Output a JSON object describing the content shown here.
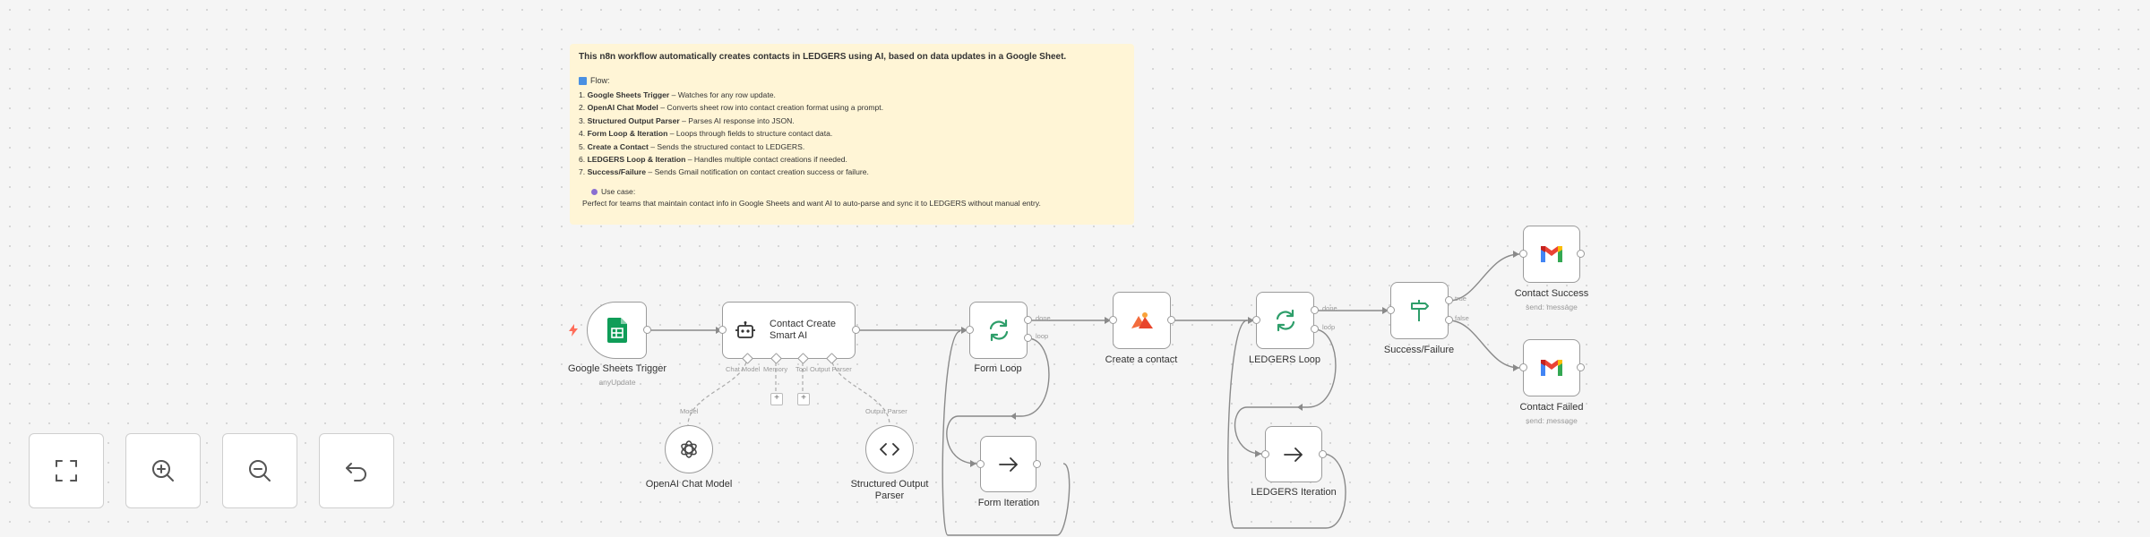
{
  "sticky_note": {
    "title": "This n8n workflow automatically creates contacts in LEDGERS using AI, based on data updates in a Google Sheet.",
    "flow_label": "Flow:",
    "steps": [
      {
        "num": "1.",
        "name": "Google Sheets Trigger",
        "desc": " – Watches for any row update."
      },
      {
        "num": "2.",
        "name": "OpenAI Chat Model",
        "desc": " – Converts sheet row into contact creation format using a prompt."
      },
      {
        "num": "3.",
        "name": "Structured Output Parser",
        "desc": " – Parses AI response into JSON."
      },
      {
        "num": "4.",
        "name": "Form Loop & Iteration",
        "desc": " – Loops through fields to structure contact data."
      },
      {
        "num": "5.",
        "name": "Create a Contact",
        "desc": " – Sends the structured contact to LEDGERS."
      },
      {
        "num": "6.",
        "name": "LEDGERS Loop & Iteration",
        "desc": " – Handles multiple contact creations if needed."
      },
      {
        "num": "7.",
        "name": "Success/Failure",
        "desc": " – Sends Gmail notification on contact creation success or failure."
      }
    ],
    "use_case_label": "Use case:",
    "use_case_text": "Perfect for teams that maintain contact info in Google Sheets and want AI to auto-parse and sync it to LEDGERS without manual entry."
  },
  "nodes": {
    "google_sheets_trigger": {
      "label": "Google Sheets Trigger",
      "sub": "anyUpdate",
      "icon": "google-sheets-icon"
    },
    "contact_create_ai": {
      "label_line1": "Contact Create",
      "label_line2": "Smart AI",
      "icon": "robot-icon",
      "ports": {
        "chat_model": "Chat Model",
        "memory": "Memory",
        "tool": "Tool",
        "output_parser": "Output Parser"
      }
    },
    "openai_chat_model": {
      "label": "OpenAI Chat Model",
      "port_label": "Model",
      "icon": "openai-icon"
    },
    "structured_output_parser": {
      "label_line1": "Structured Output",
      "label_line2": "Parser",
      "port_label": "Output Parser",
      "icon": "code-brackets-icon"
    },
    "form_loop": {
      "label": "Form Loop",
      "icon": "loop-arrows-icon",
      "out_done": "done",
      "out_loop": "loop"
    },
    "form_iteration": {
      "label": "Form Iteration",
      "icon": "arrow-right-icon"
    },
    "create_contact": {
      "label": "Create a contact",
      "icon": "ledgers-icon"
    },
    "ledgers_loop": {
      "label": "LEDGERS Loop",
      "icon": "loop-arrows-icon",
      "out_done": "done",
      "out_loop": "loop"
    },
    "ledgers_iteration": {
      "label": "LEDGERS Iteration",
      "icon": "arrow-right-icon"
    },
    "success_failure": {
      "label": "Success/Failure",
      "icon": "signpost-icon",
      "out_true": "true",
      "out_false": "false"
    },
    "contact_success": {
      "label": "Contact Success",
      "sub": "send: message",
      "icon": "gmail-icon"
    },
    "contact_failed": {
      "label": "Contact Failed",
      "sub": "send: message",
      "icon": "gmail-icon"
    }
  },
  "controls": [
    {
      "name": "fit-view-button",
      "icon": "fullscreen-icon"
    },
    {
      "name": "zoom-in-button",
      "icon": "zoom-in-icon"
    },
    {
      "name": "zoom-out-button",
      "icon": "zoom-out-icon"
    },
    {
      "name": "reset-zoom-button",
      "icon": "undo-icon"
    }
  ],
  "colors": {
    "canvas_bg": "#f5f5f5",
    "sticky_bg": "#fff5d6",
    "sheets_green": "#0f9d58",
    "node_border": "#9b9b9b",
    "wire": "#8a8a8a",
    "trigger_bolt": "#ff6d5a",
    "signpost_green": "#2e9e6a"
  },
  "plus_symbol": "+"
}
